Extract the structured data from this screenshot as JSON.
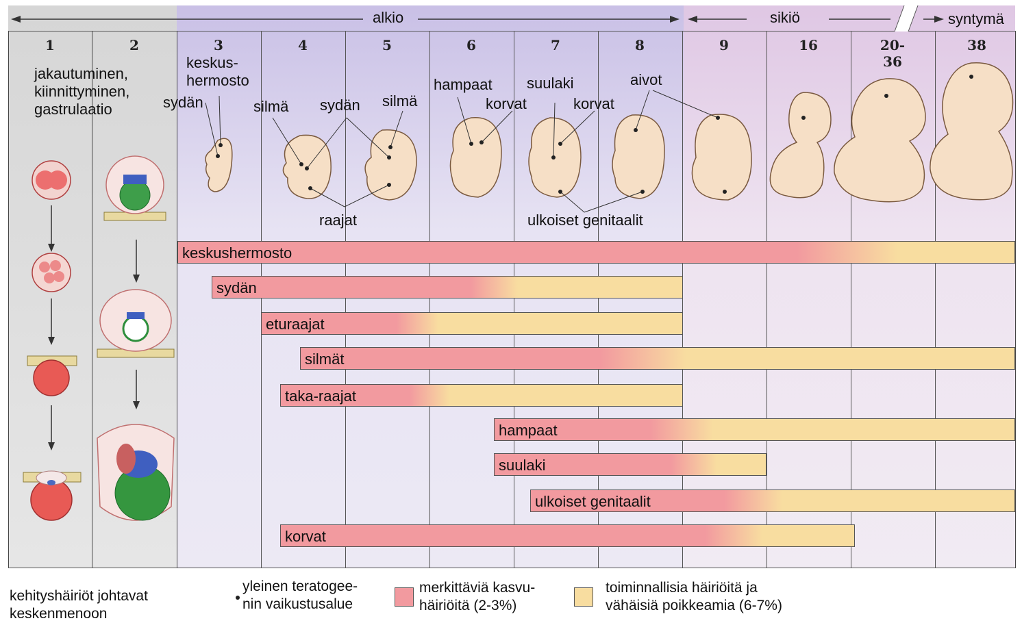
{
  "periods": {
    "embryo": "alkio",
    "fetus": "sikiö",
    "birth": "syntymä"
  },
  "weeks": [
    "1",
    "2",
    "3",
    "4",
    "5",
    "6",
    "7",
    "8",
    "9",
    "16",
    "20-36",
    "38"
  ],
  "left_label": [
    "jakautuminen,",
    "kiinnittyminen,",
    "gastrulaatio"
  ],
  "organ_labels": {
    "keskushermosto": "keskus-",
    "keskushermosto2": "hermosto",
    "sydan": "sydän",
    "silma": "silmä",
    "sydan2": "sydän",
    "silma2": "silmä",
    "hampaat": "hampaat",
    "korvat": "korvat",
    "suulaki": "suulaki",
    "korvat2": "korvat",
    "aivot": "aivot",
    "raajat": "raajat",
    "ulkoiset": "ulkoiset genitaalit"
  },
  "bars": [
    {
      "label": "keskushermosto"
    },
    {
      "label": "sydän"
    },
    {
      "label": "eturaajat"
    },
    {
      "label": "silmät"
    },
    {
      "label": "taka-raajat"
    },
    {
      "label": "hampaat"
    },
    {
      "label": "suulaki"
    },
    {
      "label": "ulkoiset genitaalit"
    },
    {
      "label": "korvat"
    }
  ],
  "legend": {
    "bracket": [
      "kehityshäiriöt johtavat",
      "keskenmenoon"
    ],
    "dot": [
      "yleinen teratogee-",
      "nin vaikustusalue"
    ],
    "red": [
      "merkittäviä kasvu-",
      "häiriöitä (2-3%)"
    ],
    "yellow": [
      "toiminnallisia häiriöitä ja",
      "vähäisiä poikkeamia (6-7%)"
    ]
  },
  "colors": {
    "major": "#f29a9f",
    "minor": "#f8dda0",
    "embryo_band": "#cfc6e8",
    "fetus_band": "#e4cde6",
    "predifferentiation": "#d9d9d9"
  }
}
